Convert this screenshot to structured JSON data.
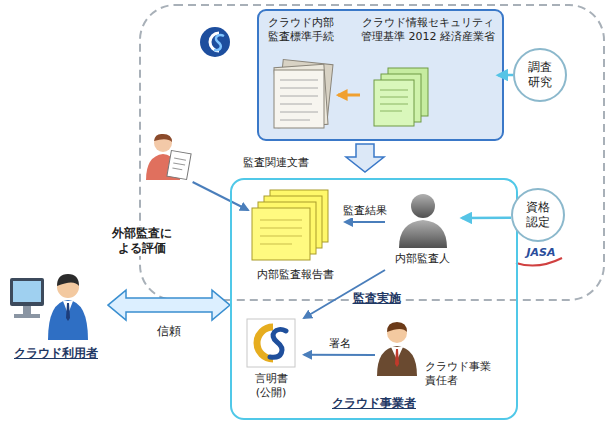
{
  "diagram": {
    "nodes": [
      {
        "text": [
          "クラウド内部 監査標準手続"
        ]
      },
      {
        "text": [
          "クラウド情報セキュリティ 管理基準 2012 経済産業省"
        ]
      },
      {
        "text": [
          "調査 研究"
        ]
      },
      {
        "text": [
          "監査関連文書"
        ]
      },
      {
        "text": [
          "クラウド事業者"
        ]
      },
      {
        "text": [
          "内部監査報告書"
        ],
        "in": 4
      },
      {
        "text": [
          "内部監査人"
        ],
        "in": 4
      },
      {
        "text": [
          "資格 認定"
        ]
      },
      {
        "text": [
          "言明書 (公開)"
        ],
        "in": 4
      },
      {
        "text": [
          "クラウド事業 責任者"
        ],
        "in": 4
      },
      {
        "text": [
          "クラウド利用者"
        ]
      }
    ],
    "edges": [
      {
        "from": 1,
        "to": 0,
        "arrow": "to"
      },
      {
        "from": 2,
        "to": 1,
        "arrow": "to"
      },
      {
        "from": 3,
        "to": 5,
        "arrow": "to"
      },
      {
        "from": 6,
        "to": 5,
        "label": "監査結果",
        "arrow": "to"
      },
      {
        "from": 7,
        "to": 6,
        "arrow": "to"
      },
      {
        "from": 6,
        "to": 8,
        "label": "監査実施",
        "arrow": "to"
      },
      {
        "from": 9,
        "to": 8,
        "label": "署名",
        "arrow": "to"
      },
      {
        "from": 10,
        "to": 4,
        "label": "信頼",
        "arrow": "both"
      }
    ],
    "labels": [
      "外部監査に よる評価",
      "JASA"
    ]
  }
}
